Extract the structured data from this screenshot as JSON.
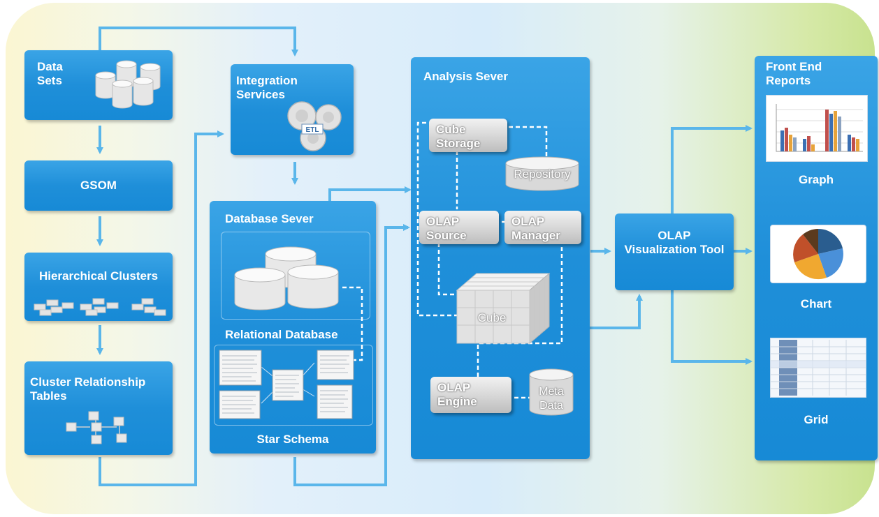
{
  "left_column": {
    "data_sets": "Data\nSets",
    "gsom": "GSOM",
    "hierarchical_clusters": "Hierarchical Clusters",
    "cluster_relationship_tables": "Cluster Relationship Tables"
  },
  "middle_column": {
    "integration_services": "Integration Services",
    "etl_label": "ETL",
    "database_server": "Database Sever",
    "relational_database": "Relational Database",
    "star_schema": "Star Schema"
  },
  "analysis_server": {
    "title": "Analysis Sever",
    "cube_storage": "Cube Storage",
    "repository": "Repository",
    "olap_source": "OLAP Source",
    "olap_manager": "OLAP Manager",
    "cube": "Cube",
    "olap_engine": "OLAP Engine",
    "meta_data": "Meta Data"
  },
  "visualization": {
    "olap_visualization_tool": "OLAP Visualization Tool"
  },
  "front_end": {
    "title": "Front End Reports",
    "graph": "Graph",
    "chart": "Chart",
    "grid": "Grid"
  },
  "colors": {
    "box_blue": "#1f8fd9",
    "arrow_blue": "#5ab6ea",
    "gray_component": "#c8c8c8"
  }
}
